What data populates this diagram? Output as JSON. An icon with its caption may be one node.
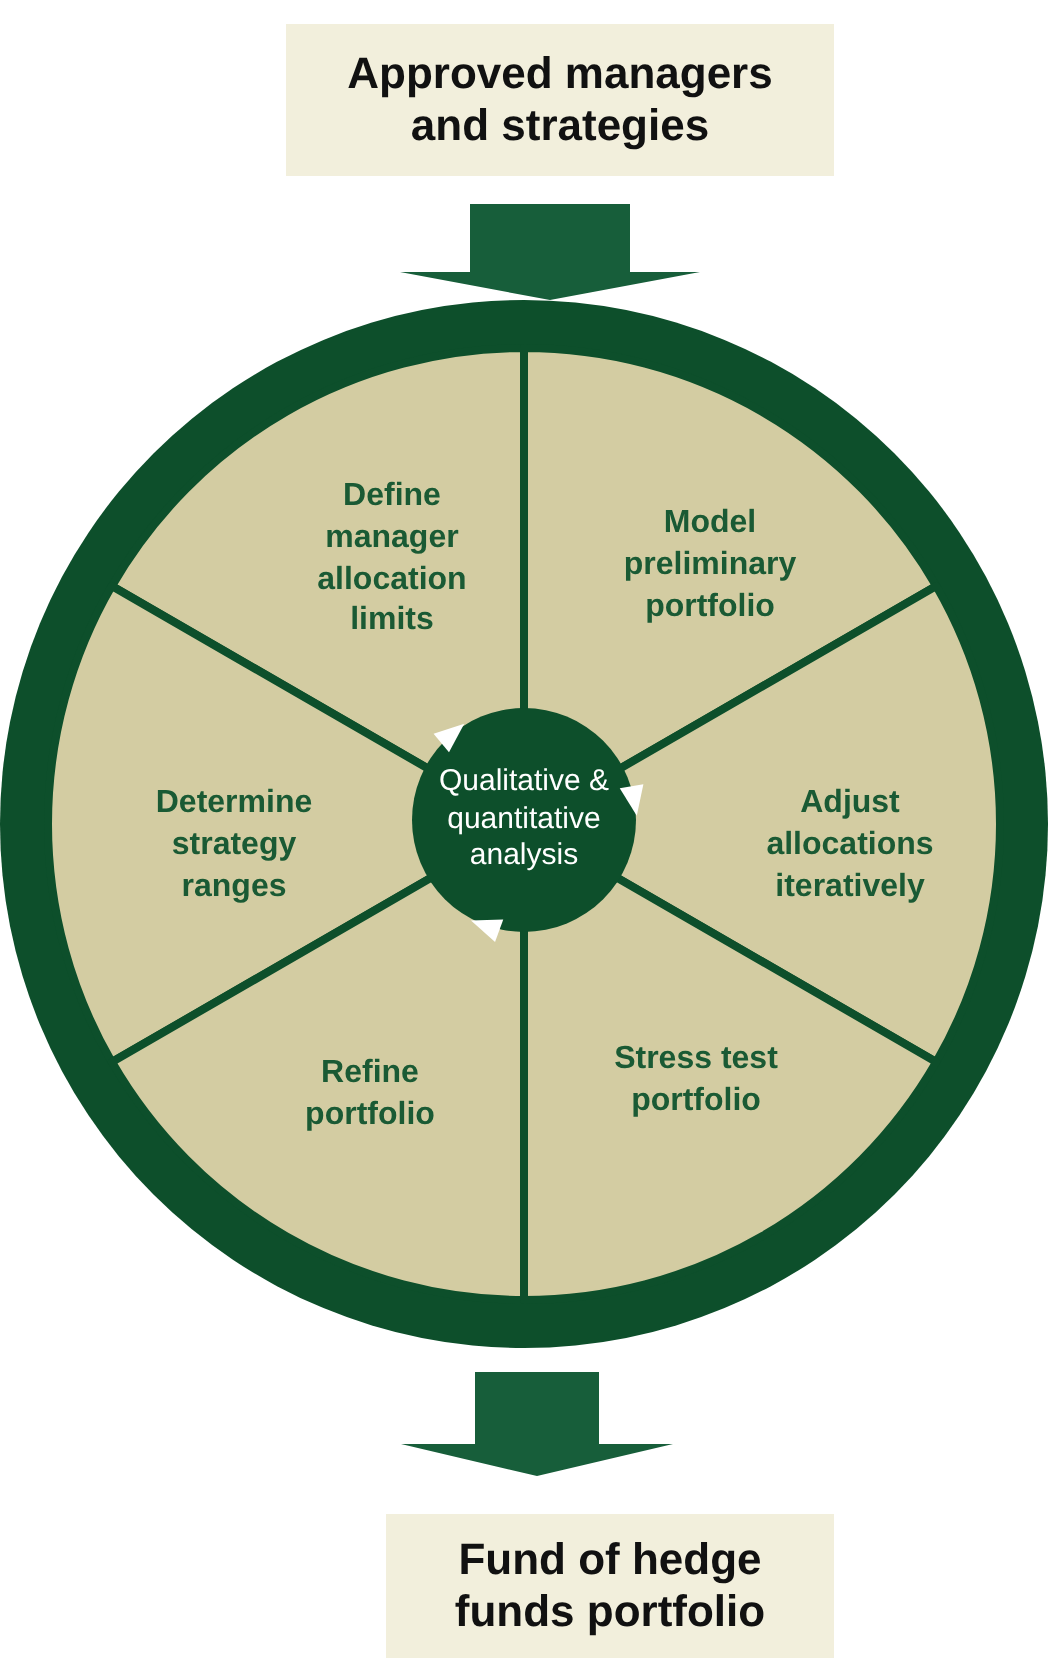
{
  "diagram": {
    "nodes": [
      {
        "text": [
          "Approved managers and strategies"
        ]
      },
      {
        "text": [],
        "shape": "circle"
      },
      {
        "text": [
          "Define manager allocation limits"
        ],
        "in": 1
      },
      {
        "text": [
          "Model preliminary portfolio"
        ],
        "in": 1
      },
      {
        "text": [
          "Determine strategy ranges"
        ],
        "in": 1
      },
      {
        "text": [
          "Adjust allocations iteratively"
        ],
        "in": 1
      },
      {
        "text": [
          "Refine portfolio"
        ],
        "in": 1
      },
      {
        "text": [
          "Stress test portfolio"
        ],
        "in": 1
      },
      {
        "text": [
          "Qualitative & quantitative analysis"
        ],
        "in": 1
      },
      {
        "text": [
          "Fund of hedge funds portfolio"
        ]
      }
    ],
    "edges": [
      {
        "from": 0,
        "to": 1,
        "arrow": "to"
      },
      {
        "from": 1,
        "to": 9,
        "arrow": "to"
      }
    ]
  }
}
